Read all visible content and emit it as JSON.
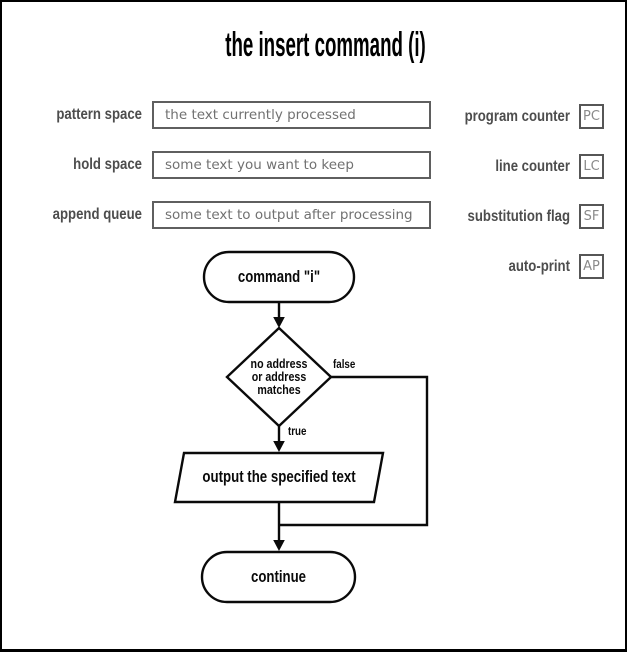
{
  "title": "the insert command (i)",
  "state_fields": [
    {
      "label": "pattern space",
      "value": "the text currently processed"
    },
    {
      "label": "hold space",
      "value": "some text you want to keep"
    },
    {
      "label": "append queue",
      "value": "some text to output after processing"
    }
  ],
  "registers": [
    {
      "label": "program counter",
      "abbr": "PC"
    },
    {
      "label": "line counter",
      "abbr": "LC"
    },
    {
      "label": "substitution flag",
      "abbr": "SF"
    },
    {
      "label": "auto-print",
      "abbr": "AP"
    }
  ],
  "flowchart": {
    "start_label": "command \"i\"",
    "decision_line1": "no address",
    "decision_line2": "or address",
    "decision_line3": "matches",
    "true_label": "true",
    "false_label": "false",
    "process_label": "output the specified text",
    "end_label": "continue"
  },
  "colors": {
    "field_label": "#4d4d4d",
    "field_border": "#5f5f5f",
    "field_text": "#717171",
    "register_border": "#565656",
    "register_text": "#8a8a8a",
    "flow_ink": "#0a0a0a"
  }
}
